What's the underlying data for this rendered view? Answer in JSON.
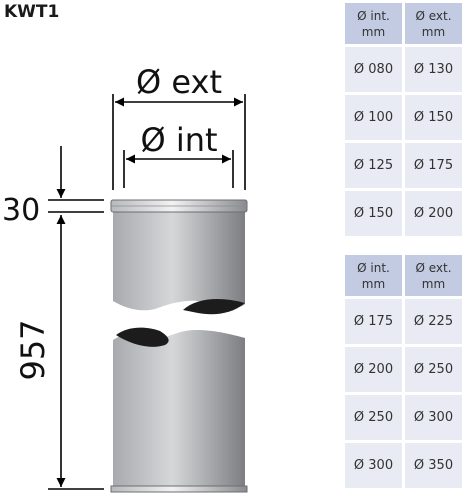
{
  "title": "KWT1",
  "dimensions": {
    "ext_label": "Ø ext",
    "int_label": "Ø int",
    "socket_height": "30",
    "length": "957"
  },
  "tables": [
    {
      "headers": [
        {
          "line1": "Ø int.",
          "line2": "mm"
        },
        {
          "line1": "Ø ext.",
          "line2": "mm"
        }
      ],
      "rows": [
        [
          "Ø 080",
          "Ø 130"
        ],
        [
          "Ø 100",
          "Ø 150"
        ],
        [
          "Ø 125",
          "Ø 175"
        ],
        [
          "Ø 150",
          "Ø 200"
        ]
      ]
    },
    {
      "headers": [
        {
          "line1": "Ø int.",
          "line2": "mm"
        },
        {
          "line1": "Ø ext.",
          "line2": "mm"
        }
      ],
      "rows": [
        [
          "Ø 175",
          "Ø 225"
        ],
        [
          "Ø 200",
          "Ø 250"
        ],
        [
          "Ø 250",
          "Ø 300"
        ],
        [
          "Ø 300",
          "Ø 350"
        ]
      ]
    }
  ],
  "colors": {
    "header_bg": "#c2cbe2",
    "cell_bg": "#e8ebf3",
    "pipe_light": "#cfd0d2",
    "pipe_dark": "#7f8083"
  }
}
